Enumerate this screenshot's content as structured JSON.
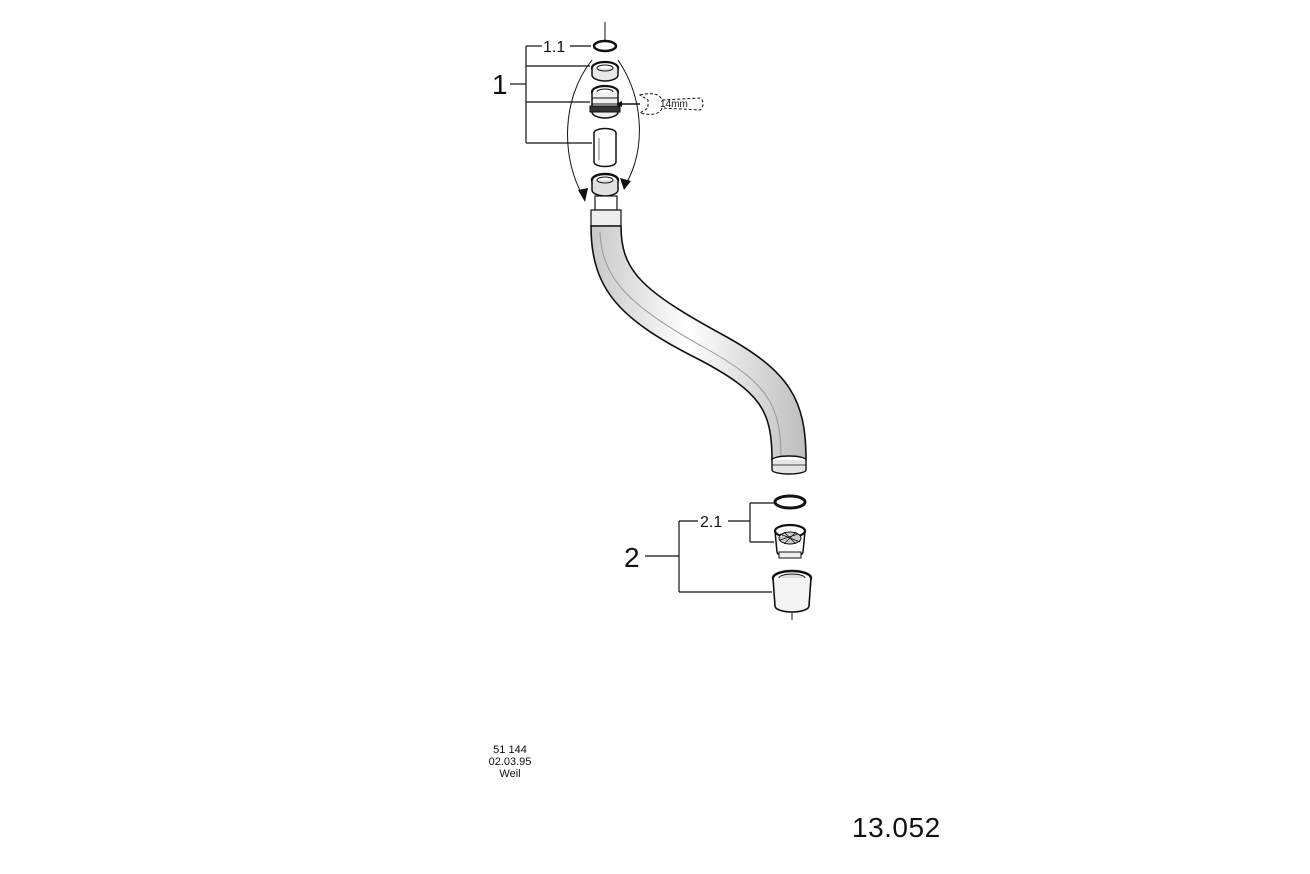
{
  "callouts": {
    "assembly_1": "1",
    "part_1_1": "1.1",
    "assembly_2": "2",
    "part_2_1": "2.1",
    "wrench_size": "14mm"
  },
  "drawing_info": {
    "number": "51 144",
    "date": "02.03.95",
    "author": "Weil"
  },
  "page_number": "13.052",
  "colors": {
    "line": "#111111",
    "fill": "#ffffff",
    "shade": "#d9d9d9"
  }
}
